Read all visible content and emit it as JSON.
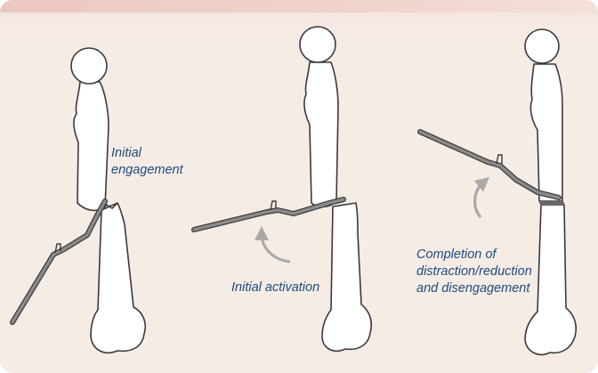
{
  "labels": {
    "initial_engagement": [
      "Initial",
      "engagement"
    ],
    "initial_activation": [
      "Initial activation"
    ],
    "completion": [
      "Completion of",
      "distraction/reduction",
      "and disengagement"
    ]
  },
  "colors": {
    "background": "#f5ece6",
    "label_text": "#1f4a7d",
    "bone_fill": "#ffffff",
    "bone_outline": "#3a3a3a",
    "instrument": "#8a8a8a",
    "arrow": "#a9a9a9"
  },
  "figures": [
    {
      "stage": "engagement",
      "icon": "femur-fracture-with-elevator-icon"
    },
    {
      "stage": "activation",
      "icon": "femur-fracture-with-elevator-icon"
    },
    {
      "stage": "completion",
      "icon": "femur-reduced-with-elevator-icon"
    }
  ]
}
